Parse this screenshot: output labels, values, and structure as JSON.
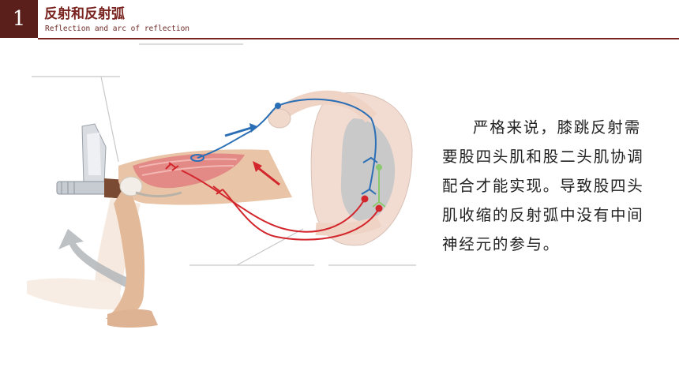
{
  "header": {
    "number": "1",
    "title_zh": "反射和反射弧",
    "title_en": "Reflection and arc of reflection"
  },
  "paragraph": "严格来说，膝跳反射需要股四头肌和股二头肌协调配合才能实现。导致股四头肌收缩的反射弧中没有中间神经元的参与。",
  "colors": {
    "accent": "#5a1f1b",
    "sensory_nerve": "#2a6fb5",
    "motor_nerve": "#d2262c",
    "interneuron": "#8cc870",
    "muscle": "#e38a86",
    "skin": "#e9c4a6",
    "spinal_gray": "#c9c9c9"
  }
}
